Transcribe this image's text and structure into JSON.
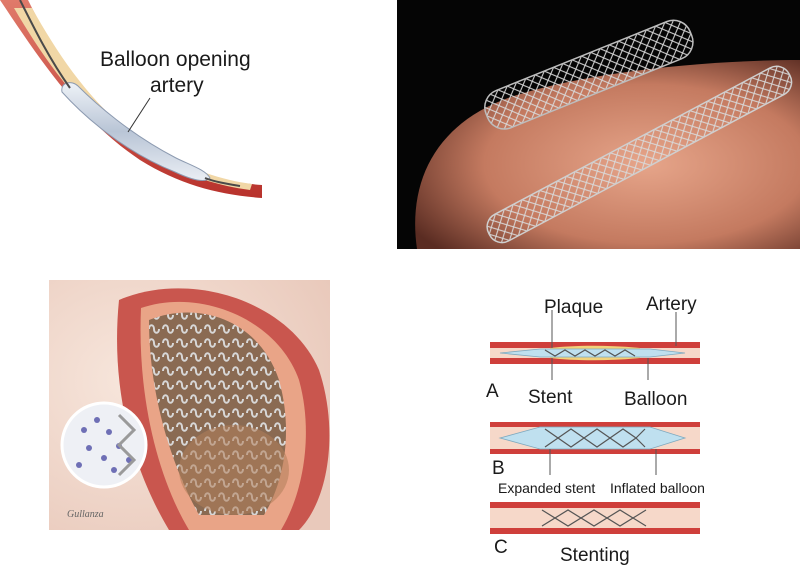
{
  "panels": {
    "balloon": {
      "label_line1": "Balloon opening",
      "label_line2": "artery"
    },
    "stent_photo": {},
    "artery_illustration": {
      "signature": "Gullanza"
    },
    "stenting_diagram": {
      "labels": {
        "plaque": "Plaque",
        "artery": "Artery",
        "a": "A",
        "stent": "Stent",
        "balloon": "Balloon",
        "b": "B",
        "expanded_stent": "Expanded stent",
        "inflated_balloon": "Inflated balloon",
        "c": "C",
        "stenting": "Stenting"
      }
    }
  },
  "colors": {
    "artery_red": "#c83a3a",
    "plaque_yellow": "#f2d27a",
    "balloon_blue": "#bfe0ef",
    "stent_gray": "#6b6b6b"
  }
}
